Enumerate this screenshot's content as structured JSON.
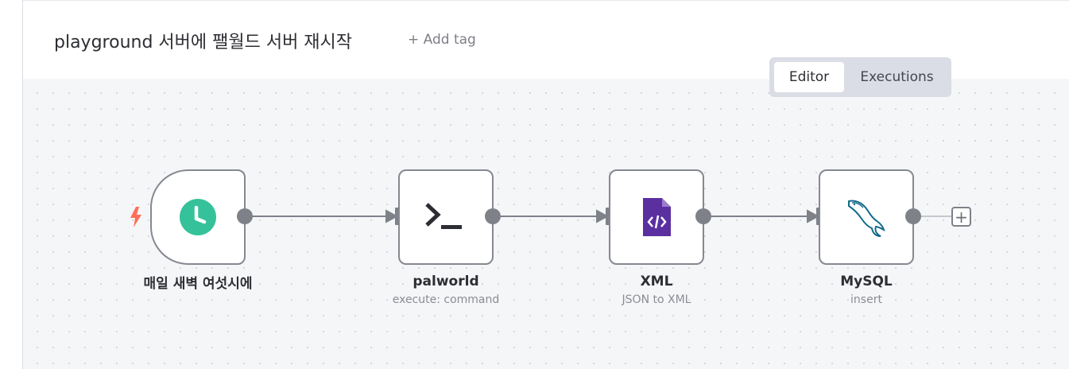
{
  "header": {
    "workflow_title": "playground 서버에 팰월드 서버 재시작",
    "add_tag": "+ Add tag"
  },
  "view_toggle": {
    "editor": "Editor",
    "executions": "Executions"
  },
  "nodes": [
    {
      "id": "trigger",
      "name": "매일 새벽 여섯시에",
      "subtitle": "",
      "icon": "clock-icon",
      "color": "#35c29a"
    },
    {
      "id": "ssh",
      "name": "palworld",
      "subtitle": "execute: command",
      "icon": "terminal-icon",
      "color": "#2d2e33"
    },
    {
      "id": "xml",
      "name": "XML",
      "subtitle": "JSON to XML",
      "icon": "xml-file-icon",
      "color": "#5b2fa0"
    },
    {
      "id": "mysql",
      "name": "MySQL",
      "subtitle": "insert",
      "icon": "mysql-dolphin-icon",
      "color": "#136a8a"
    }
  ],
  "colors": {
    "accent_trigger": "#ff6f5b",
    "connector": "#7f8189"
  }
}
